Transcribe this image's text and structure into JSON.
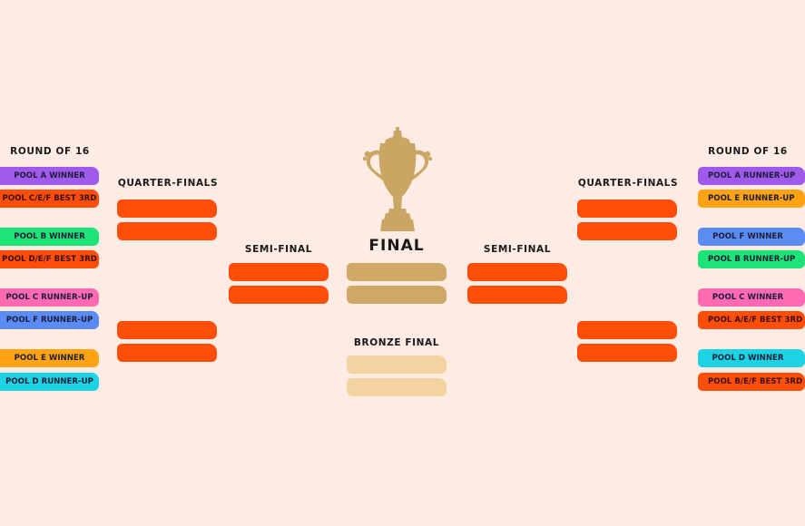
{
  "colors": {
    "background": "#fdebe4",
    "bracket_slot": "#ff4e0a",
    "final_slot": "#cfa866",
    "bronze_slot": "#f3d3a0",
    "trophy": "#c9a663",
    "purple": "#a05aeb",
    "orange_red": "#ff4e0a",
    "green": "#1ee477",
    "pink": "#ff6ab2",
    "blue": "#5b8cf6",
    "amber": "#ffa312",
    "cyan": "#1cd3e3",
    "heading_text": "#1a1a1a"
  },
  "left": {
    "round_of_16_title": "ROUND OF 16",
    "quarter_finals_title": "QUARTER-FINALS",
    "semi_final_title": "SEMI-FINAL",
    "round_of_16": [
      {
        "label": "POOL A WINNER",
        "color": "#a05aeb"
      },
      {
        "label": "POOL C/E/F BEST 3RD",
        "color": "#ff4e0a"
      },
      {
        "label": "POOL B WINNER",
        "color": "#1ee477"
      },
      {
        "label": "POOL D/E/F BEST 3RD",
        "color": "#ff4e0a"
      },
      {
        "label": "POOL C RUNNER-UP",
        "color": "#ff6ab2"
      },
      {
        "label": "POOL F RUNNER-UP",
        "color": "#5b8cf6"
      },
      {
        "label": "POOL E WINNER",
        "color": "#ffa312"
      },
      {
        "label": "POOL D RUNNER-UP",
        "color": "#1cd3e3"
      }
    ]
  },
  "right": {
    "round_of_16_title": "ROUND OF 16",
    "quarter_finals_title": "QUARTER-FINALS",
    "semi_final_title": "SEMI-FINAL",
    "round_of_16": [
      {
        "label": "POOL A RUNNER-UP",
        "color": "#a05aeb"
      },
      {
        "label": "POOL E RUNNER-UP",
        "color": "#ffa312"
      },
      {
        "label": "POOL F WINNER",
        "color": "#5b8cf6"
      },
      {
        "label": "POOL B RUNNER-UP",
        "color": "#1ee477"
      },
      {
        "label": "POOL C WINNER",
        "color": "#ff6ab2"
      },
      {
        "label": "POOL A/E/F BEST 3RD",
        "color": "#ff4e0a"
      },
      {
        "label": "POOL D WINNER",
        "color": "#1cd3e3"
      },
      {
        "label": "POOL B/E/F BEST 3RD",
        "color": "#ff4e0a"
      }
    ]
  },
  "center": {
    "final_title": "FINAL",
    "bronze_final_title": "BRONZE FINAL",
    "trophy_icon": "rugby-world-cup-trophy"
  }
}
